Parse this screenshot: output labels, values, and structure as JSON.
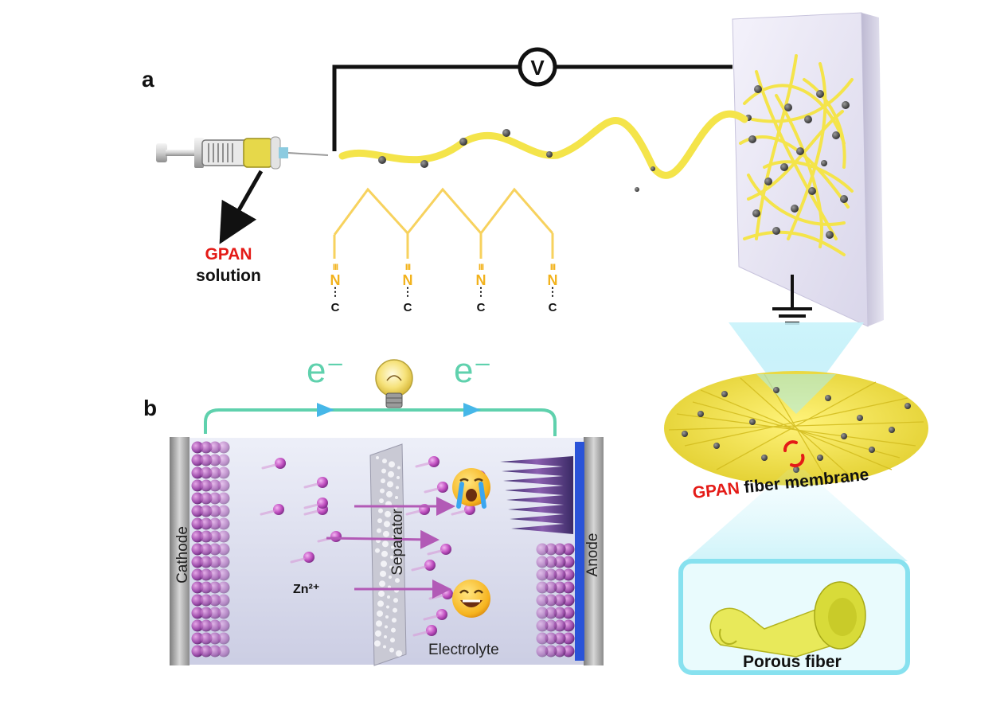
{
  "panel_a": {
    "letter": "a",
    "voltmeter_symbol": "V",
    "solution_label_red": "GPAN",
    "solution_label_black": "solution",
    "monomer_unit": {
      "triple_bond": "III",
      "nitrogen": "N",
      "dots": "⋮",
      "carbon": "C"
    }
  },
  "panel_b": {
    "letter": "b",
    "electron_label": "e⁻",
    "cathode_label": "Cathode",
    "anode_label": "Anode",
    "separator_label": "Separator",
    "ion_label": "Zn²⁺",
    "electrolyte_label": "Electrolyte"
  },
  "membrane": {
    "label_red": "GPAN",
    "label_black": " fiber membrane"
  },
  "porous": {
    "label": "Porous fiber"
  },
  "colors": {
    "fiber_yellow": "#f4e44a",
    "wire": "#111111",
    "electron_green": "#5fd1ad",
    "ion_purple": "#c04fc0",
    "accent_red": "#e41b17"
  }
}
